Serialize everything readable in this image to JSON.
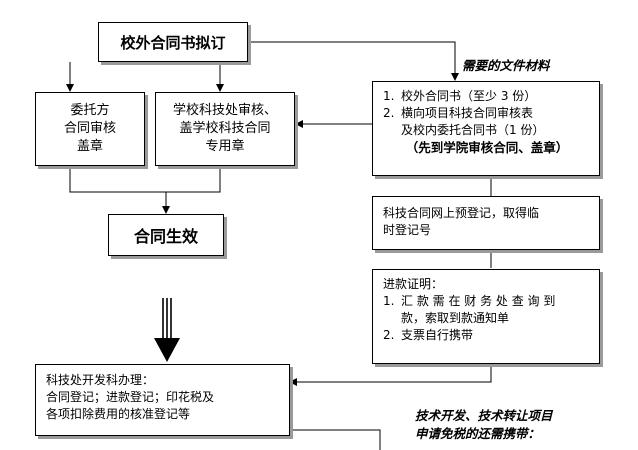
{
  "title_box": "校外合同书拟订",
  "left_box": [
    "委托方",
    "合同审核",
    "盖章"
  ],
  "mid_box": [
    "学校科技处审核、",
    "盖学校科技合同",
    "专用章"
  ],
  "effect_box": "合同生效",
  "materials_label": "需要的文件材料",
  "materials_box": {
    "items": [
      {
        "num": "1.",
        "text": "校外合同书（至少 3 份）"
      },
      {
        "num": "2.",
        "text": "横向项目科技合同审核表"
      }
    ],
    "cont": "及校内委托合同书（1 份）",
    "note": "（先到学院审核合同、盖章）"
  },
  "prereg_box": [
    "科技合同网上预登记，取得临",
    "时登记号"
  ],
  "payment_box": {
    "title": "进款证明：",
    "items": [
      {
        "num": "1.",
        "lines": [
          "汇 款 需 在 财 务 处 查 询 到",
          "款，索取到款通知单"
        ]
      },
      {
        "num": "2.",
        "lines": [
          "支票自行携带"
        ]
      }
    ]
  },
  "office_box": [
    "科技处开发科办理：",
    "合同登记；进款登记；印花税及",
    "各项扣除费用的核准登记等"
  ],
  "tax_note": [
    "技术开发、技术转让项目",
    "申请免税的还需携带："
  ]
}
